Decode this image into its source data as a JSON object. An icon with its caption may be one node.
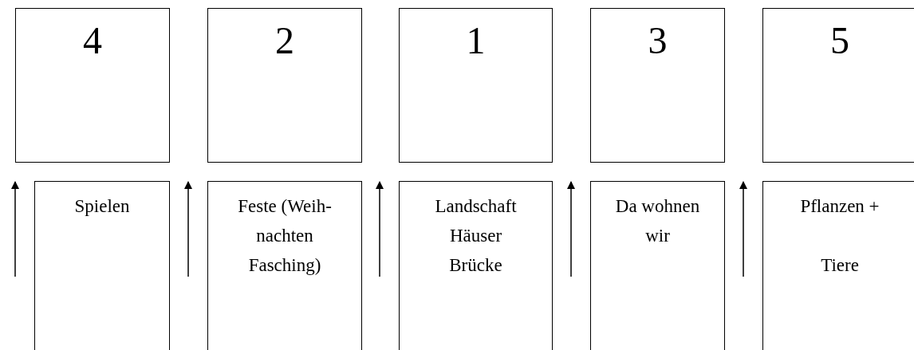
{
  "diagram": {
    "nodes": [
      {
        "text": [
          "4"
        ]
      },
      {
        "text": [
          "2"
        ]
      },
      {
        "text": [
          "1"
        ]
      },
      {
        "text": [
          "3"
        ]
      },
      {
        "text": [
          "5"
        ]
      },
      {
        "text": [
          "Spielen"
        ]
      },
      {
        "text": [
          "Feste (Weih- nachten Fasching)"
        ]
      },
      {
        "text": [
          "Landschaft Häuser Brücke"
        ]
      },
      {
        "text": [
          "Da wohnen wir"
        ]
      },
      {
        "text": [
          "Pflanzen + Tiere"
        ]
      }
    ],
    "edges": []
  }
}
